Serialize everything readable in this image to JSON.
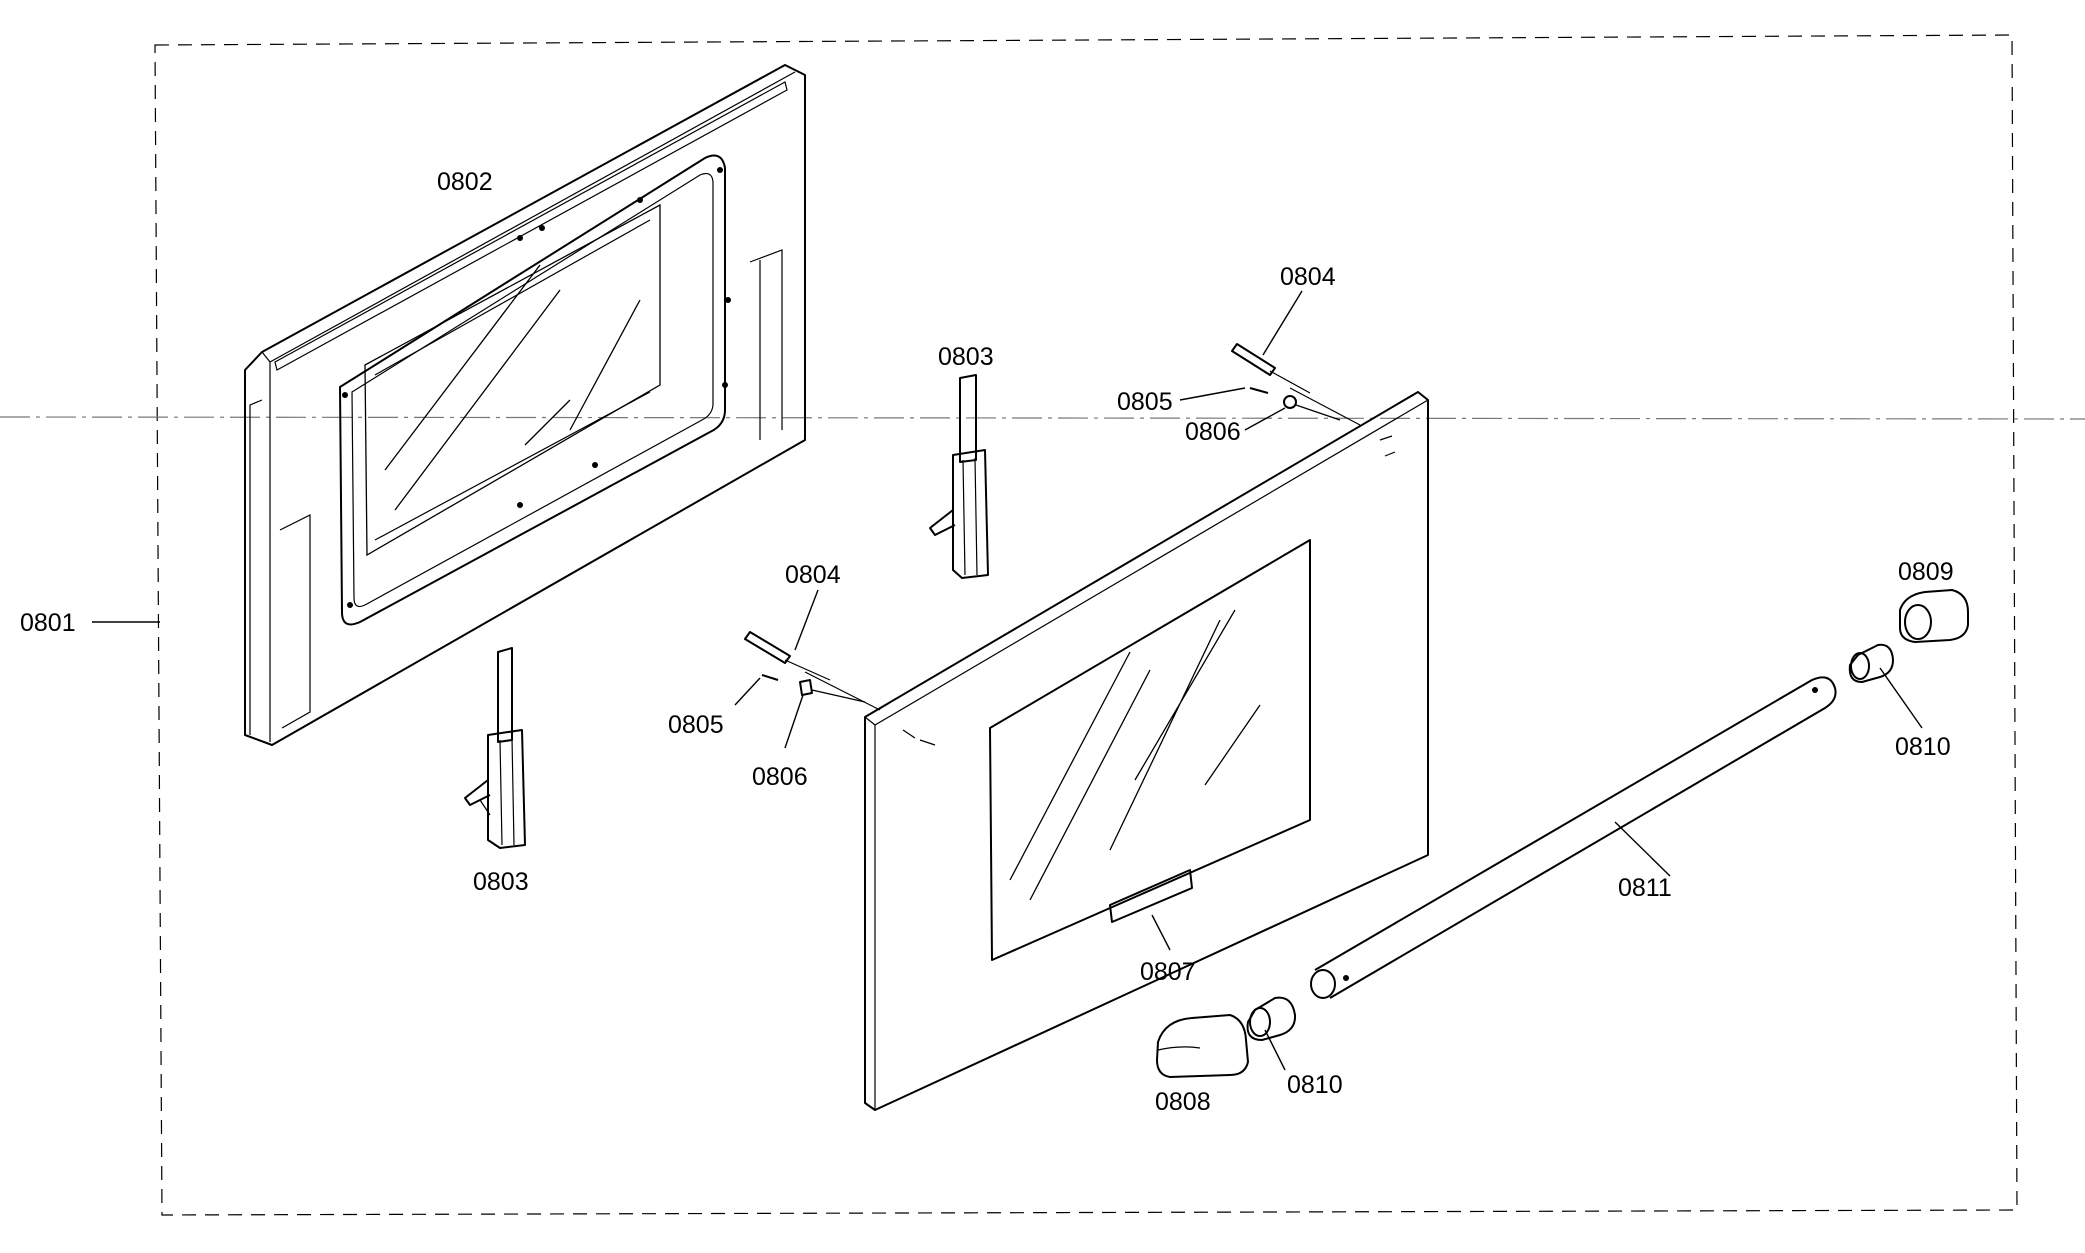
{
  "labels": {
    "p0801": "0801",
    "p0802": "0802",
    "p0803a": "0803",
    "p0803b": "0803",
    "p0804a": "0804",
    "p0804b": "0804",
    "p0805a": "0805",
    "p0805b": "0805",
    "p0806a": "0806",
    "p0806b": "0806",
    "p0807": "0807",
    "p0808": "0808",
    "p0809": "0809",
    "p0810a": "0810",
    "p0810b": "0810",
    "p0811": "0811"
  }
}
